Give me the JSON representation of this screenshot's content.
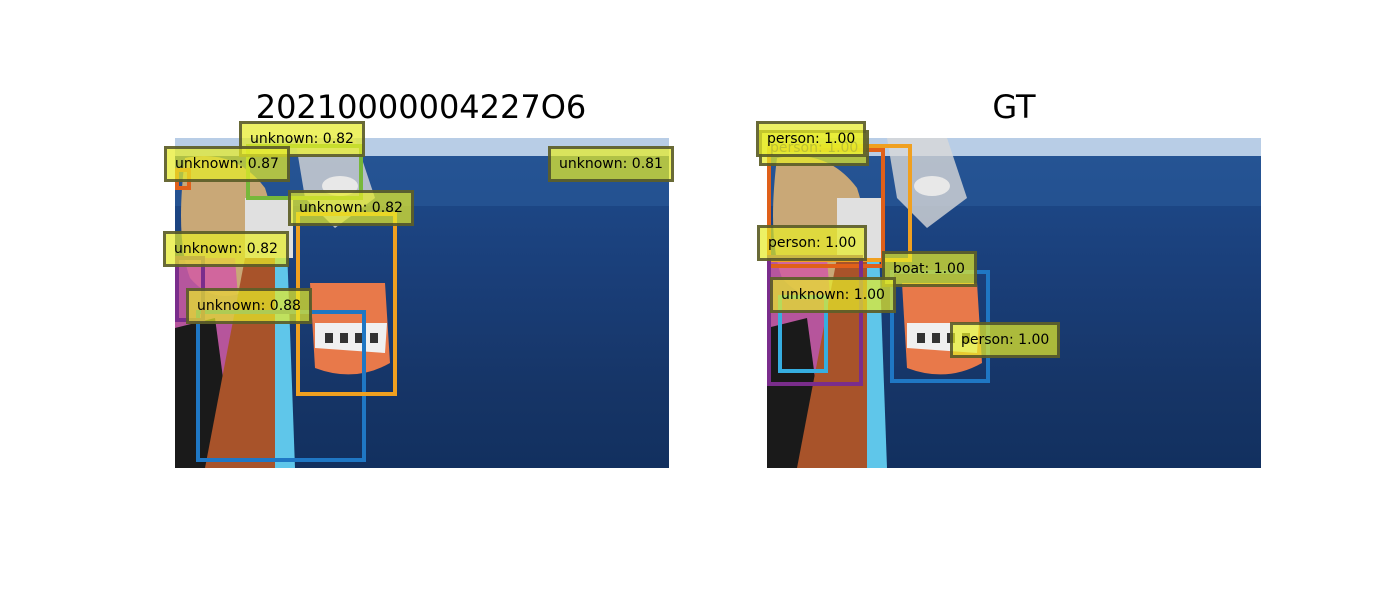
{
  "left_panel": {
    "title": "20210000004227O6",
    "detections": [
      {
        "label": "unknown: 0.82"
      },
      {
        "label": "unknown: 0.87"
      },
      {
        "label": "unknown: 0.81"
      },
      {
        "label": "unknown: 0.82"
      },
      {
        "label": "unknown: 0.82"
      },
      {
        "label": "unknown: 0.88"
      }
    ]
  },
  "right_panel": {
    "title": "GT",
    "annotations": [
      {
        "label": "person: 1.00"
      },
      {
        "label": "person: 1.00"
      },
      {
        "label": "person: 1.00"
      },
      {
        "label": "boat: 1.00"
      },
      {
        "label": "unknown: 1.00"
      },
      {
        "label": "person: 1.00"
      }
    ]
  },
  "colors": {
    "blue": "#1f77c4",
    "orange": "#f0a020",
    "green": "#77b83a",
    "purple": "#7a2d8c",
    "cyan": "#36aee0",
    "red_orange": "#e0601a",
    "label_fill": "#e6eb28"
  }
}
